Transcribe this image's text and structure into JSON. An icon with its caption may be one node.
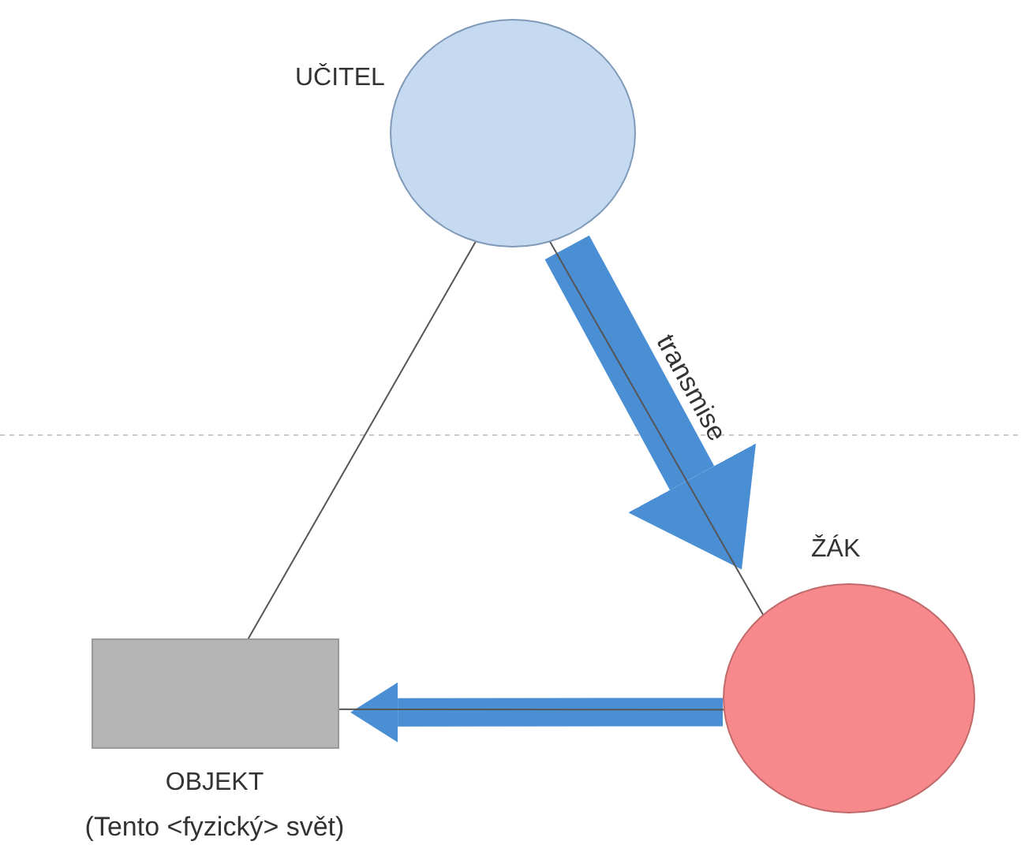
{
  "diagram": {
    "nodes": [
      {
        "text": [
          "UČITEL"
        ]
      },
      {
        "text": [
          "ŽÁK"
        ]
      },
      {
        "text": [
          "OBJEKT",
          "(Tento <fyzický> svět)"
        ]
      }
    ],
    "edges": [
      {
        "from": 0,
        "to": 1,
        "arrow": "to",
        "label": "transmise",
        "style": "thick",
        "color": "#4a8fd4"
      },
      {
        "from": 1,
        "to": 2,
        "arrow": "to",
        "style": "thick",
        "color": "#4a8fd4"
      },
      {
        "from": 0,
        "to": 2,
        "arrow": "none"
      },
      {
        "from": 0,
        "to": 1,
        "arrow": "none"
      },
      {
        "from": 1,
        "to": 2,
        "arrow": "none"
      }
    ]
  }
}
